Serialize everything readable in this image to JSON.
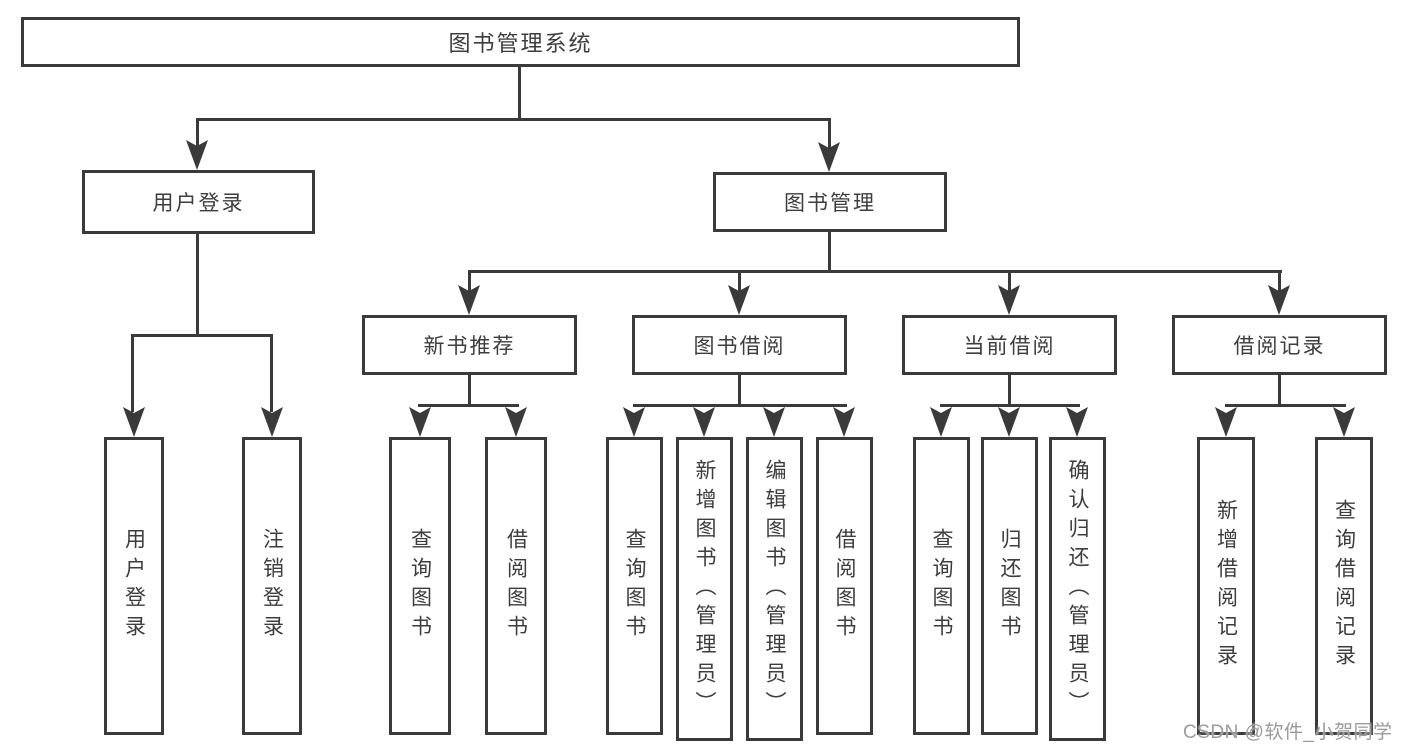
{
  "diagram": {
    "root": {
      "label": "图书管理系统"
    },
    "branches": [
      {
        "label": "用户登录",
        "children": [
          {
            "label": "用户登录"
          },
          {
            "label": "注销登录"
          }
        ]
      },
      {
        "label": "图书管理",
        "children": [
          {
            "label": "新书推荐",
            "children": [
              {
                "label": "查询图书"
              },
              {
                "label": "借阅图书"
              }
            ]
          },
          {
            "label": "图书借阅",
            "children": [
              {
                "label": "查询图书"
              },
              {
                "label": "新增图书（管理员）"
              },
              {
                "label": "编辑图书（管理员）"
              },
              {
                "label": "借阅图书"
              }
            ]
          },
          {
            "label": "当前借阅",
            "children": [
              {
                "label": "查询图书"
              },
              {
                "label": "归还图书"
              },
              {
                "label": "确认归还（管理员）"
              }
            ]
          },
          {
            "label": "借阅记录",
            "children": [
              {
                "label": "新增借阅记录"
              },
              {
                "label": "查询借阅记录"
              }
            ]
          }
        ]
      }
    ],
    "watermark": "CSDN @软件_小贺同学",
    "colors": {
      "line": "#3a3a3a",
      "text": "#3d3d3d",
      "background": "#ffffff",
      "watermark": "#9b9b9b"
    }
  }
}
